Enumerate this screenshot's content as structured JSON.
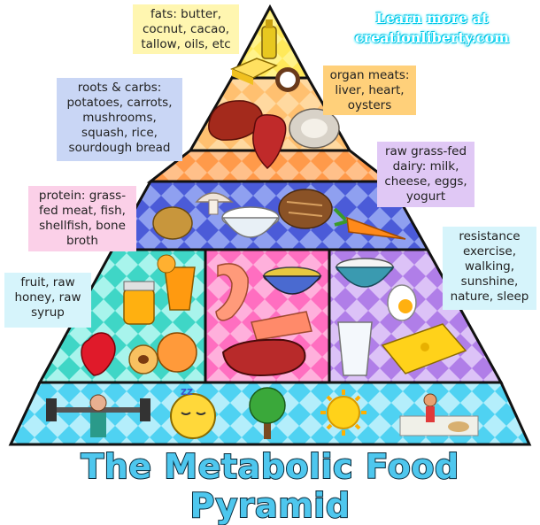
{
  "title": "The Metabolic Food Pyramid",
  "promo": {
    "line1": "Learn more at",
    "line2": "creationliberty.com"
  },
  "labels": {
    "fats": "fats: butter, cocnut, cacao, tallow, oils, etc",
    "organ_meats": "organ meats: liver, heart, oysters",
    "roots_carbs": "roots & carbs: potatoes, carrots, mushrooms, squash, rice, sourdough bread",
    "dairy": "raw grass-fed dairy: milk, cheese, eggs, yogurt",
    "protein": "protein: grass-fed meat, fish, shellfish, bone broth",
    "resistance": "resistance exercise, walking, sunshine, nature, sleep",
    "fruit": "fruit, raw honey, raw syrup"
  },
  "colors": {
    "fats_bg": "#fff6b0",
    "organ_bg": "#ffd07a",
    "roots_bg": "#c9d6f5",
    "dairy_bg": "#e0c8f5",
    "protein_bg": "#fbd0e8",
    "resistance_bg": "#d6f4fb",
    "fruit_bg": "#d6f4fb",
    "tier_fats": "#fff38a",
    "tier_organ": "#ffc070",
    "tier_roots": "#ff9a4a",
    "tier_middle": "#4b5bd8",
    "tier_green": "#3fd6c6",
    "tier_pink": "#ff6ec0",
    "tier_purple": "#b07ee8",
    "tier_base": "#4fd2f2",
    "title": "#4ec7ee"
  },
  "icons": [
    "olive-oil-icon",
    "butter-icon",
    "coconut-icon",
    "liver-icon",
    "heart-icon",
    "oyster-icon",
    "potato-icon",
    "mushroom-icon",
    "rice-bowl-icon",
    "bread-icon",
    "carrot-icon",
    "honey-jar-icon",
    "orange-juice-icon",
    "strawberry-icon",
    "peach-icon",
    "shrimp-icon",
    "soup-bowl-icon",
    "salmon-icon",
    "steak-icon",
    "yogurt-bowl-icon",
    "egg-icon",
    "milk-glass-icon",
    "cheese-icon",
    "weightlifter-icon",
    "sleeping-face-icon",
    "tree-icon",
    "sun-icon",
    "walking-dog-icon"
  ]
}
